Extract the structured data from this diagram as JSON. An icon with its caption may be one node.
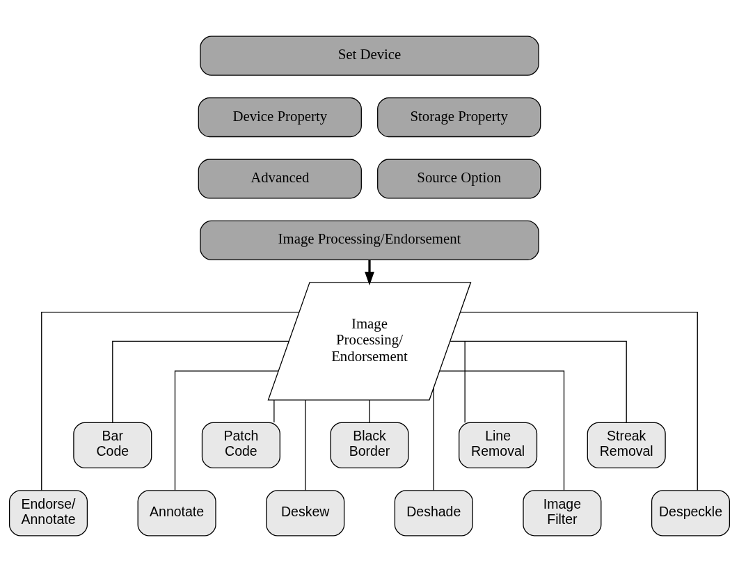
{
  "diagram": {
    "nodes": [
      {
        "text": [
          "Set Device"
        ]
      },
      {
        "text": [
          "Device Property"
        ]
      },
      {
        "text": [
          "Storage Property"
        ]
      },
      {
        "text": [
          "Advanced"
        ]
      },
      {
        "text": [
          "Source Option"
        ]
      },
      {
        "text": [
          "Image Processing/Endorsement"
        ]
      },
      {
        "text": [
          "Image Processing/ Endorsement"
        ]
      },
      {
        "text": [
          "Endorse/ Annotate"
        ]
      },
      {
        "text": [
          "Bar Code"
        ]
      },
      {
        "text": [
          "Annotate"
        ]
      },
      {
        "text": [
          "Patch Code"
        ]
      },
      {
        "text": [
          "Deskew"
        ]
      },
      {
        "text": [
          "Black Border"
        ]
      },
      {
        "text": [
          "Deshade"
        ]
      },
      {
        "text": [
          "Line Removal"
        ]
      },
      {
        "text": [
          "Image Filter"
        ]
      },
      {
        "text": [
          "Streak Removal"
        ]
      },
      {
        "text": [
          "Despeckle"
        ]
      }
    ],
    "edges": [
      {
        "from": 5,
        "to": 6,
        "arrow": "to",
        "style": "thick"
      },
      {
        "from": 6,
        "to": 7,
        "arrow": "none"
      },
      {
        "from": 6,
        "to": 8,
        "arrow": "none"
      },
      {
        "from": 6,
        "to": 9,
        "arrow": "none"
      },
      {
        "from": 6,
        "to": 10,
        "arrow": "none"
      },
      {
        "from": 6,
        "to": 11,
        "arrow": "none"
      },
      {
        "from": 6,
        "to": 12,
        "arrow": "none"
      },
      {
        "from": 6,
        "to": 13,
        "arrow": "none"
      },
      {
        "from": 6,
        "to": 14,
        "arrow": "none"
      },
      {
        "from": 6,
        "to": 15,
        "arrow": "none"
      },
      {
        "from": 6,
        "to": 16,
        "arrow": "none"
      },
      {
        "from": 6,
        "to": 17,
        "arrow": "none"
      }
    ]
  }
}
